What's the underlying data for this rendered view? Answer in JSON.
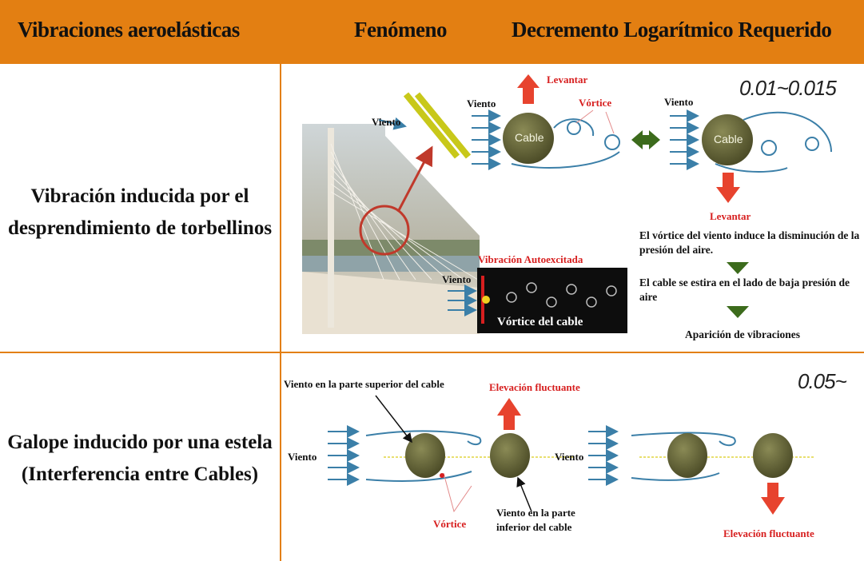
{
  "header": {
    "col1": "Vibraciones aeroelásticas",
    "col2": "Fenómeno",
    "col3": "Decremento Logarítmico Requerido"
  },
  "row1": {
    "label_line1": "Vibración inducida por el",
    "label_line2": "desprendimiento de torbellinos",
    "decrement": "0.01~0.015",
    "wind": "Viento",
    "lift": "Levantar",
    "vortex": "Vórtice",
    "cable": "Cable",
    "self_excited": "Vibración Autoexcitada",
    "cable_vortex": "Vórtice del cable",
    "step1": "El vórtice del viento induce la disminución de la presión del aire.",
    "step2": "El cable se estira en el lado de baja presión de aire",
    "step3": "Aparición de vibraciones"
  },
  "row2": {
    "label_line1": "Galope inducido por una estela",
    "label_line2": "(Interferencia entre Cables)",
    "decrement": "0.05~",
    "wind": "Viento",
    "wind_top": "Viento en la parte superior del cable",
    "wind_bottom_line1": "Viento en la parte",
    "wind_bottom_line2": "inferior del cable",
    "fluct_lift": "Elevación fluctuante",
    "vortex": "Vórtice"
  },
  "colors": {
    "header": "#e37f12",
    "accent_red": "#d71f1f",
    "cable_olive": "#6a6a3a",
    "wind_blue": "#3b7fa8",
    "marker_green": "#3c6b1c",
    "strut_yellow": "#c8c81a"
  }
}
